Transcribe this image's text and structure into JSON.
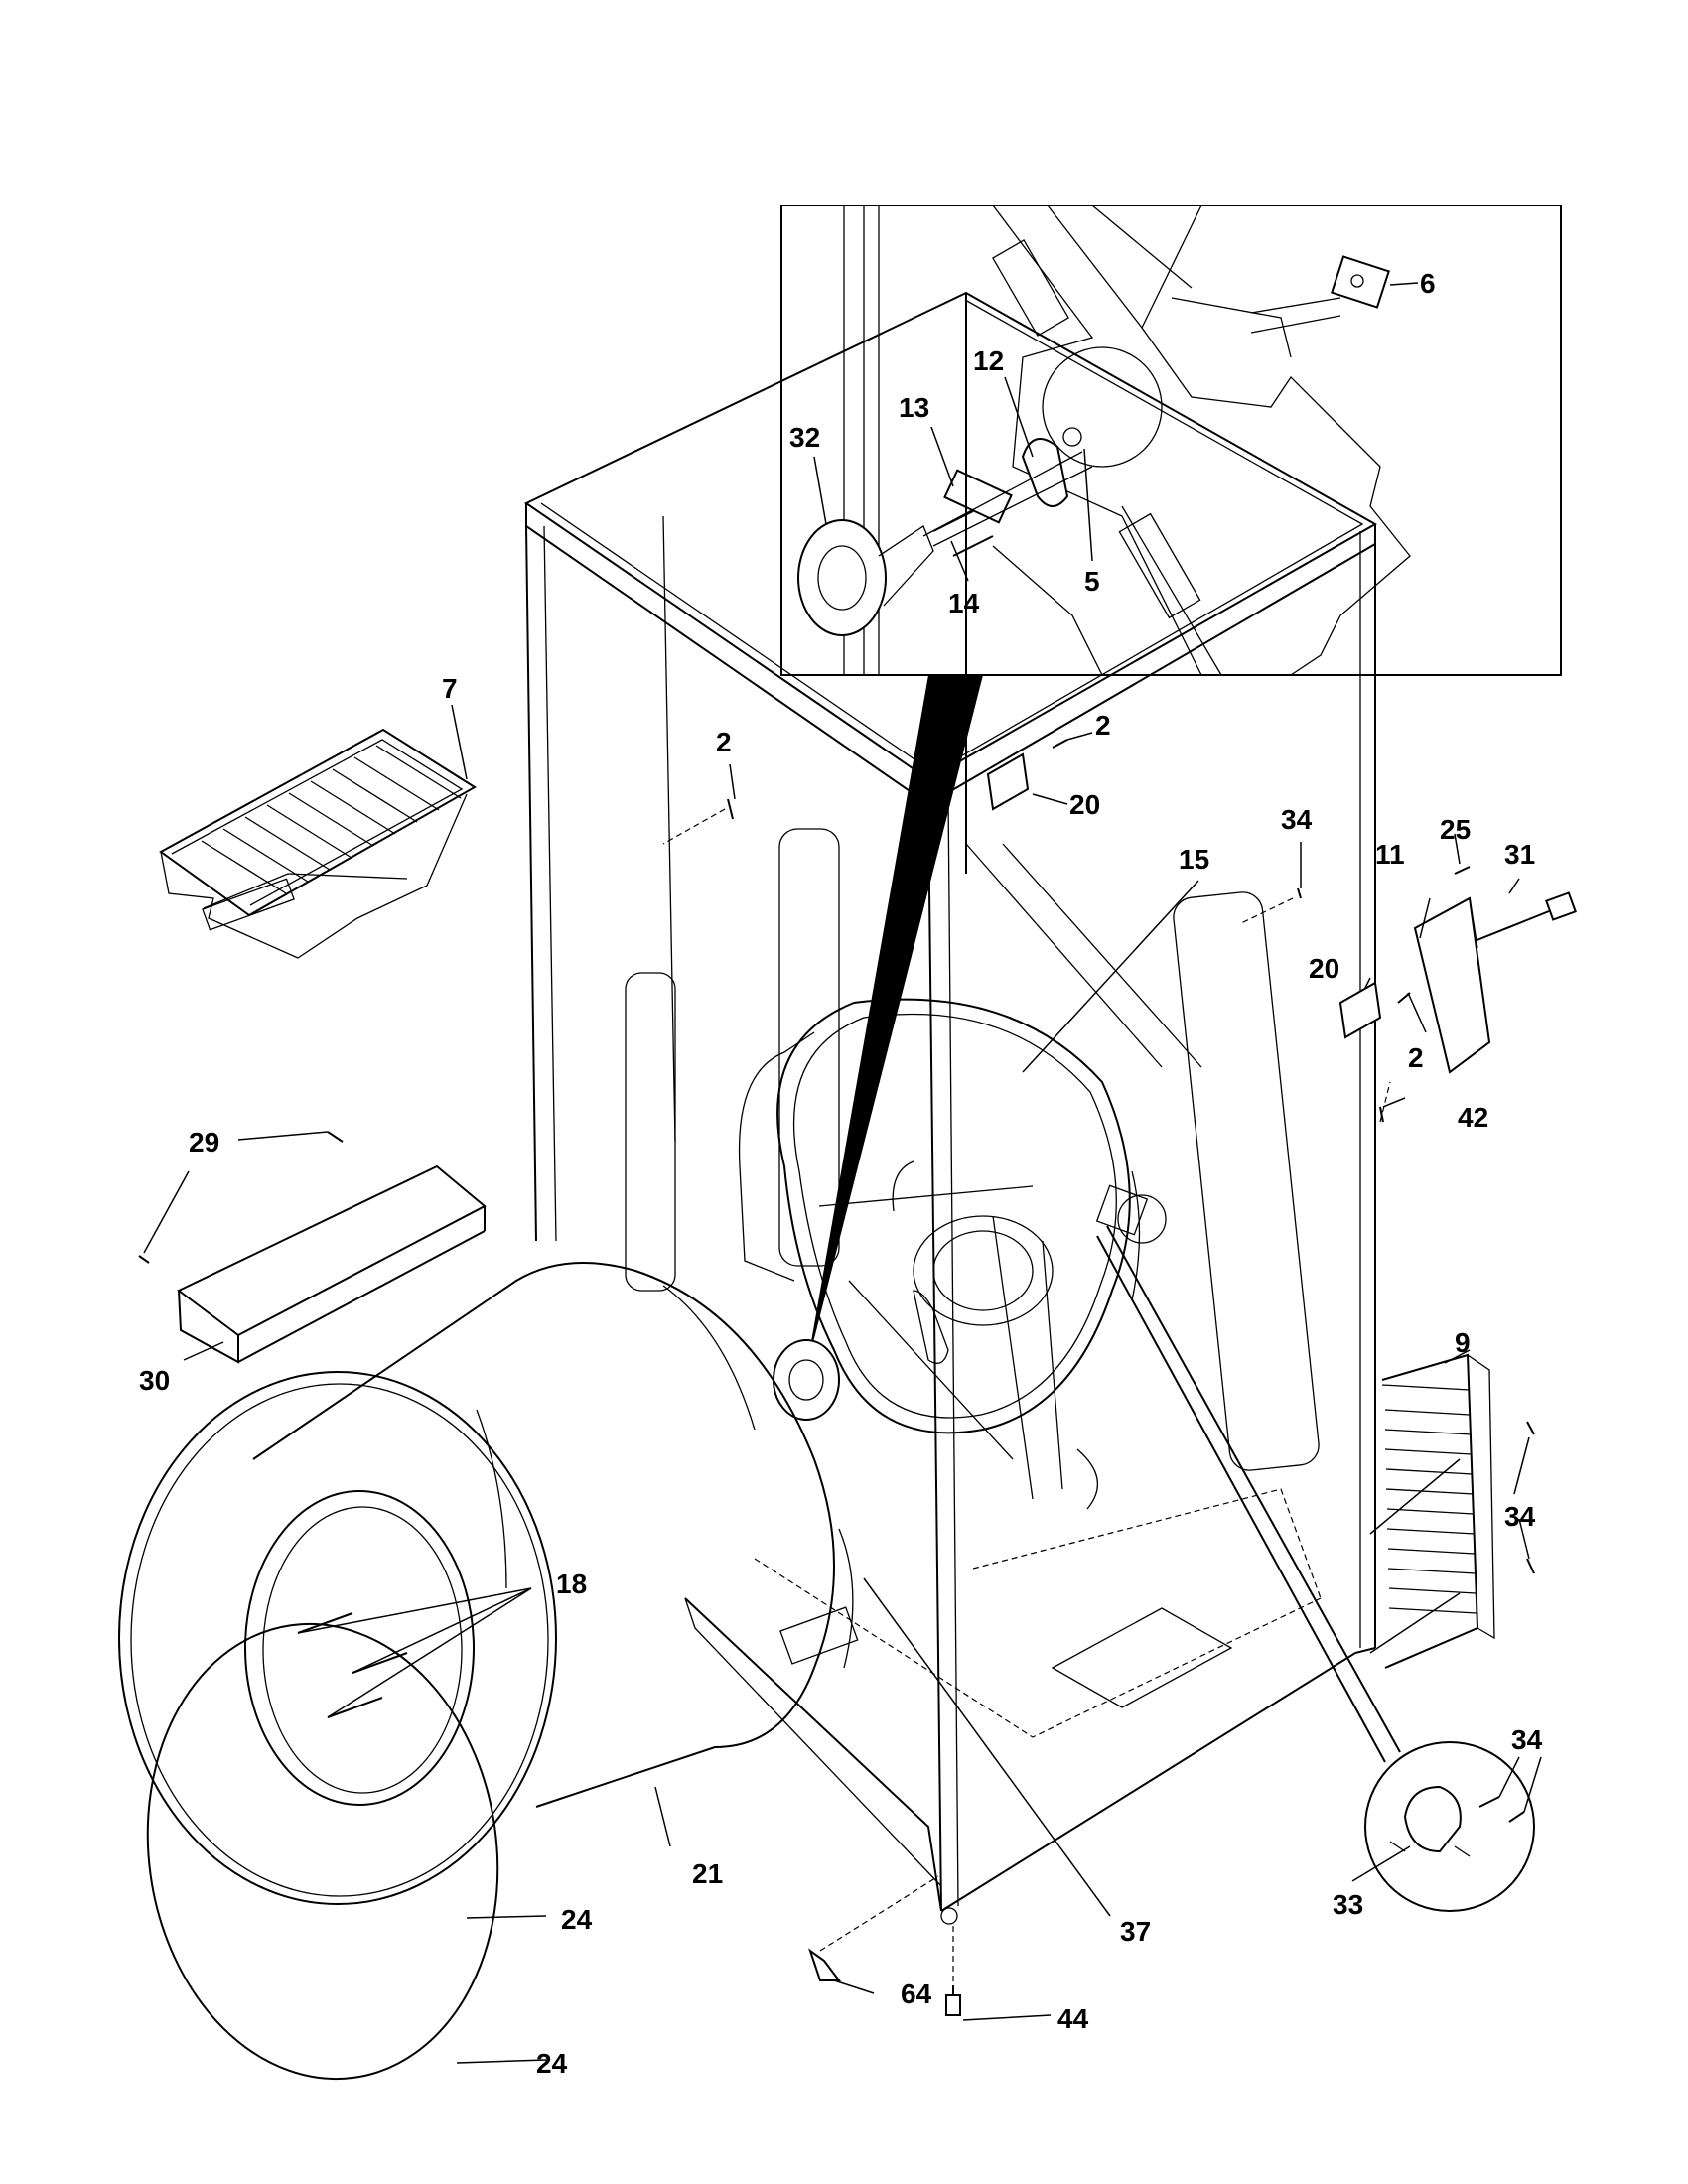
{
  "callouts": [
    {
      "id": "c6",
      "text": "6"
    },
    {
      "id": "c12",
      "text": "12"
    },
    {
      "id": "c13",
      "text": "13"
    },
    {
      "id": "c32",
      "text": "32"
    },
    {
      "id": "c14",
      "text": "14"
    },
    {
      "id": "c5",
      "text": "5"
    },
    {
      "id": "c7",
      "text": "7"
    },
    {
      "id": "c2a",
      "text": "2"
    },
    {
      "id": "c2b",
      "text": "2"
    },
    {
      "id": "c20a",
      "text": "20"
    },
    {
      "id": "c15",
      "text": "15"
    },
    {
      "id": "c34a",
      "text": "34"
    },
    {
      "id": "c25",
      "text": "25"
    },
    {
      "id": "c11",
      "text": "11"
    },
    {
      "id": "c31",
      "text": "31"
    },
    {
      "id": "c20b",
      "text": "20"
    },
    {
      "id": "c2c",
      "text": "2"
    },
    {
      "id": "c42",
      "text": "42"
    },
    {
      "id": "c29",
      "text": "29"
    },
    {
      "id": "c30",
      "text": "30"
    },
    {
      "id": "c9",
      "text": "9"
    },
    {
      "id": "c34b",
      "text": "34"
    },
    {
      "id": "c18",
      "text": "18"
    },
    {
      "id": "c34c",
      "text": "34"
    },
    {
      "id": "c33",
      "text": "33"
    },
    {
      "id": "c21",
      "text": "21"
    },
    {
      "id": "c24a",
      "text": "24"
    },
    {
      "id": "c37",
      "text": "37"
    },
    {
      "id": "c64",
      "text": "64"
    },
    {
      "id": "c44",
      "text": "44"
    },
    {
      "id": "c24b",
      "text": "24"
    }
  ]
}
